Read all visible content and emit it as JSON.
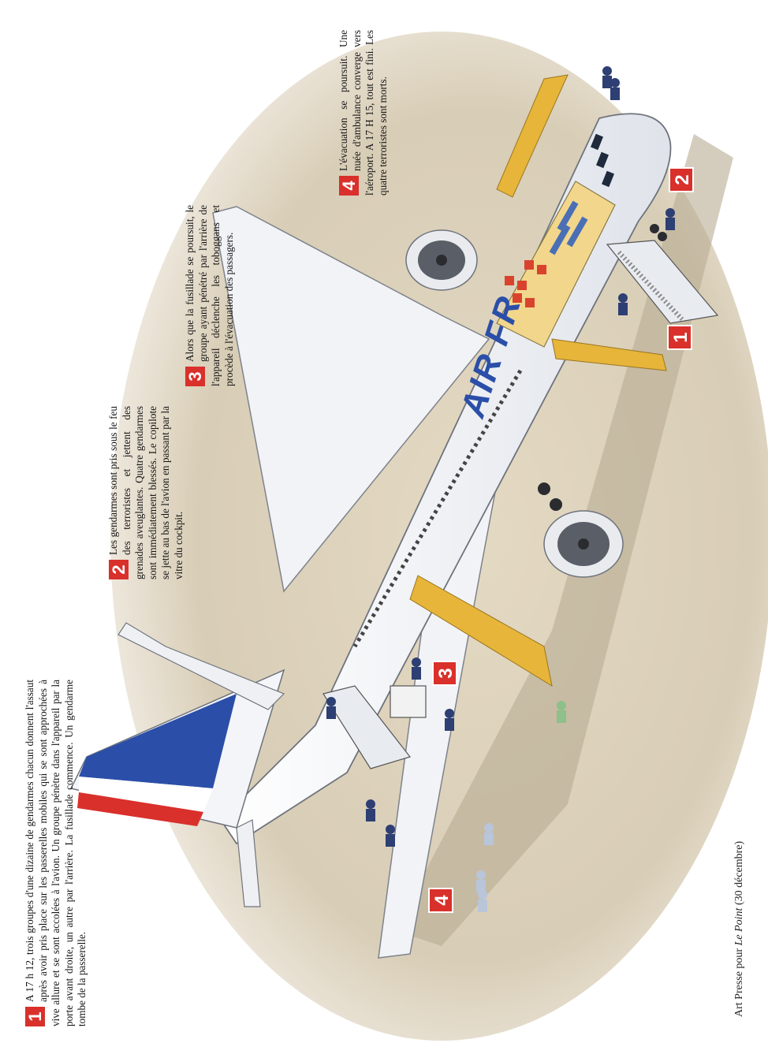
{
  "captions": [
    {
      "number": "1",
      "text": "A 17 h 12, trois groupes d'une dizaine de gendarmes chacun donnent l'assaut après avoir pris place sur les passerelles mobiles qui se sont approchées à vive allure et se sont accolées à l'avion. Un groupe pénètre dans l'appareil par la porte avant droite, un autre par l'arrière. La fusillade commence. Un gendarme tombe de la passerelle."
    },
    {
      "number": "2",
      "text": "Les gendarmes sont pris sous le feu des terroristes et jettent des grenades aveuglantes. Quatre gendarmes sont immédiatement blessés. Le copilote se jette au bas de l'avion en passant par la vitre du cockpit."
    },
    {
      "number": "3",
      "text": "Alors que la fusillade se poursuit, le groupe ayant pénétré par l'arrière de l'appareil déclenche les toboggans et procède à l'évacuation des passagers."
    },
    {
      "number": "4",
      "text": "L'évacuation se poursuit. Une nuée d'ambulance converge vers l'aéroport. A 17 H 15, tout est fini. Les quatre terroristes sont morts."
    }
  ],
  "markers": [
    "1",
    "2",
    "3",
    "4"
  ],
  "airline_livery": "AIR FR",
  "credit": {
    "prefix": "Art Presse pour ",
    "publication": "Le Point",
    "suffix": " (30 décembre)"
  },
  "colors": {
    "badge": "#d9302b",
    "livery_blue": "#2b4fa8",
    "tarmac": "#d8cdb6",
    "slide": "#e6b53a"
  }
}
